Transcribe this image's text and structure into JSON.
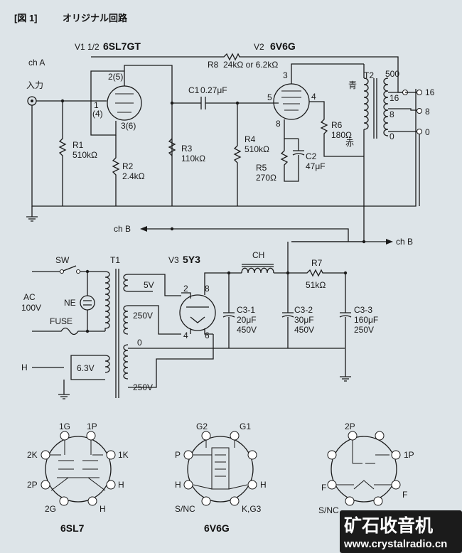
{
  "header": {
    "figure_label": "[図 1]",
    "title": "オリジナル回路"
  },
  "labels": {
    "ch_a": "ch A",
    "input": "入力",
    "ch_b": "ch B",
    "sw": "SW",
    "ac": "AC",
    "ac_voltage": "100V",
    "ne": "NE",
    "fuse": "FUSE",
    "h": "H"
  },
  "components": {
    "v1": {
      "name": "V1 1/2",
      "type": "6SL7GT",
      "pin_plate": "2(5)",
      "pin_grid": "1",
      "pin_grid_alt": "(4)",
      "pin_cathode": "3(6)"
    },
    "r1": {
      "name": "R1",
      "value": "510kΩ"
    },
    "r2": {
      "name": "R2",
      "value": "2.4kΩ"
    },
    "r3": {
      "name": "R3",
      "value": "110kΩ"
    },
    "c1": {
      "name": "C1",
      "value": "0.27μF"
    },
    "r4": {
      "name": "R4",
      "value": "510kΩ"
    },
    "v2": {
      "name": "V2",
      "type": "6V6G",
      "pin_plate": "3",
      "pin_grid": "5",
      "pin_screen": "4",
      "pin_cathode": "8"
    },
    "r5": {
      "name": "R5",
      "value": "270Ω"
    },
    "c2": {
      "name": "C2",
      "value": "47μF"
    },
    "r6": {
      "name": "R6",
      "value": "180Ω"
    },
    "r8": {
      "name": "R8",
      "value": "24kΩ or 6.2kΩ"
    },
    "t2": {
      "name": "T2",
      "wire_blue": "青",
      "wire_red": "赤",
      "tap_500": "500",
      "tap_16": "16",
      "tap_8": "8",
      "tap_0": "0",
      "out_16": "16",
      "out_8": "8",
      "out_0": "0"
    },
    "t1": {
      "name": "T1",
      "heater_voltage": "6.3V",
      "tap_5v": "5V",
      "tap_250v": "250V",
      "tap_0": "0"
    },
    "v3": {
      "name": "V3",
      "type": "5Y3",
      "pin_2": "2",
      "pin_8": "8",
      "pin_4": "4",
      "pin_6": "6"
    },
    "ch": {
      "name": "CH"
    },
    "r7": {
      "name": "R7",
      "value": "51kΩ"
    },
    "c3_1": {
      "name": "C3-1",
      "capacitance": "20μF",
      "voltage": "450V"
    },
    "c3_2": {
      "name": "C3-2",
      "capacitance": "30μF",
      "voltage": "450V"
    },
    "c3_3": {
      "name": "C3-3",
      "capacitance": "160μF",
      "voltage": "250V"
    }
  },
  "pinouts": {
    "p6sl7": {
      "title": "6SL7",
      "p_1g": "1G",
      "p_1p": "1P",
      "p_2k": "2K",
      "p_1k": "1K",
      "p_2p": "2P",
      "p_h": "H",
      "p_2g": "2G"
    },
    "p6v6g": {
      "title": "6V6G",
      "p_g2": "G2",
      "p_g1": "G1",
      "p_p": "P",
      "p_h": "H",
      "p_snc": "S/NC",
      "p_kg3": "K,G3"
    },
    "p5y3": {
      "p_2p": "2P",
      "p_1p": "1P",
      "p_f": "F",
      "p_snc": "S/NC"
    }
  },
  "watermark": {
    "brand": "矿石收音机",
    "url": "www.crystalradio.cn"
  }
}
